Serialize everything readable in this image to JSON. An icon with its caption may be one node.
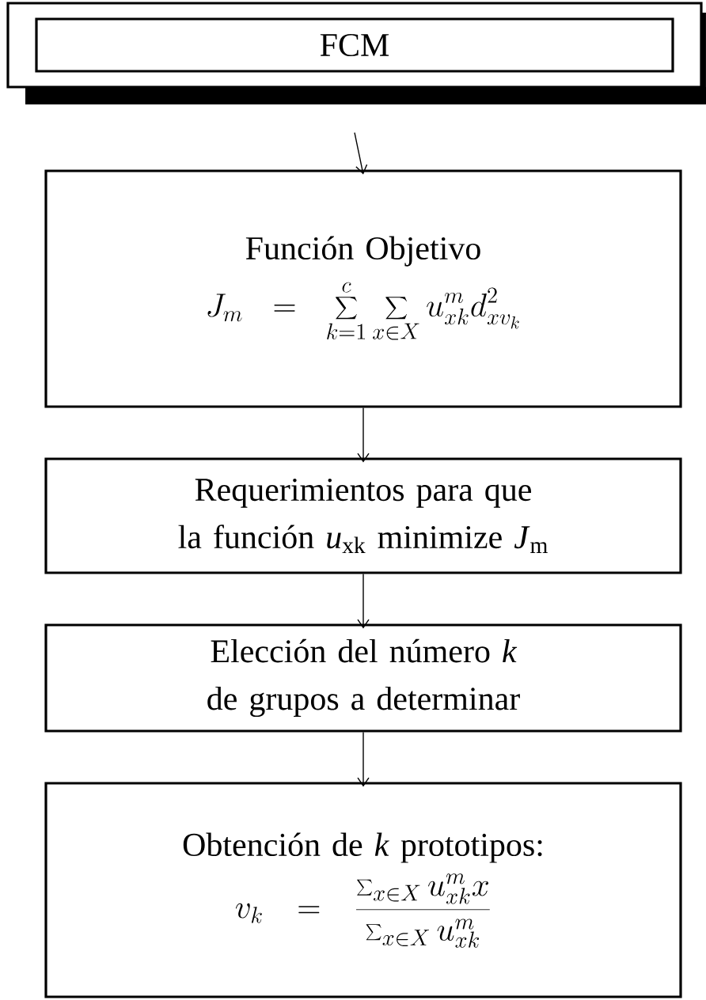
{
  "diagram": {
    "nodes": [
      {
        "text": [
          "FCM"
        ]
      },
      {
        "text": [
          "Función Objetivo",
          "J_m = \\sum_{k=1}^{c} \\sum_{x \\in X} u_{xk}^m d_{xv_k}^2"
        ]
      },
      {
        "text": [
          "Requerimientos para que la función *u*$_{xk}$ minimize *J*$_{m}$"
        ]
      },
      {
        "text": [
          "Elección del número *k* de grupos a determinar"
        ]
      },
      {
        "text": [
          "Obtención de *k* prototipos:",
          "v_k = \\frac{\\sum_{x \\in X} u_{xk}^m x}{\\sum_{x \\in X} u_{xk}^m}"
        ]
      }
    ],
    "edges": [
      {
        "from": 0,
        "to": 1,
        "arrow": "to"
      },
      {
        "from": 1,
        "to": 2,
        "arrow": "to"
      },
      {
        "from": 2,
        "to": 3,
        "arrow": "to"
      },
      {
        "from": 3,
        "to": 4,
        "arrow": "to"
      }
    ]
  }
}
